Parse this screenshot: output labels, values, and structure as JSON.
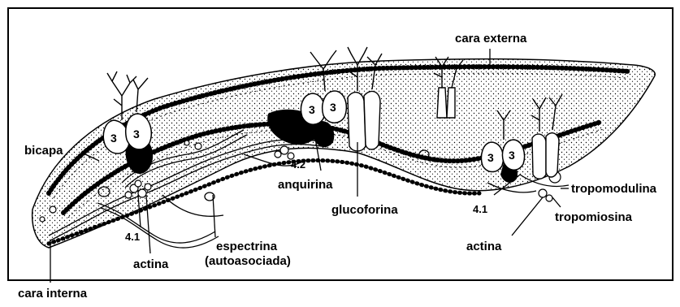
{
  "labels": {
    "cara_externa": "cara externa",
    "bicapa": "bicapa",
    "anquirina": "anquirina",
    "band_4_2": "4.2",
    "glucoforina": "glucoforina",
    "tropomodulina": "tropomodulina",
    "band_4_1_right": "4.1",
    "tropomiosina": "tropomiosina",
    "actina_right": "actina",
    "band_4_1_left": "4.1",
    "actina_left": "actina",
    "espectrina_1": "espectrina",
    "espectrina_2": "(autoasociada)",
    "cara_interna": "cara interna",
    "band_3": "3"
  },
  "colors": {
    "ink": "#000000",
    "background": "#ffffff"
  }
}
